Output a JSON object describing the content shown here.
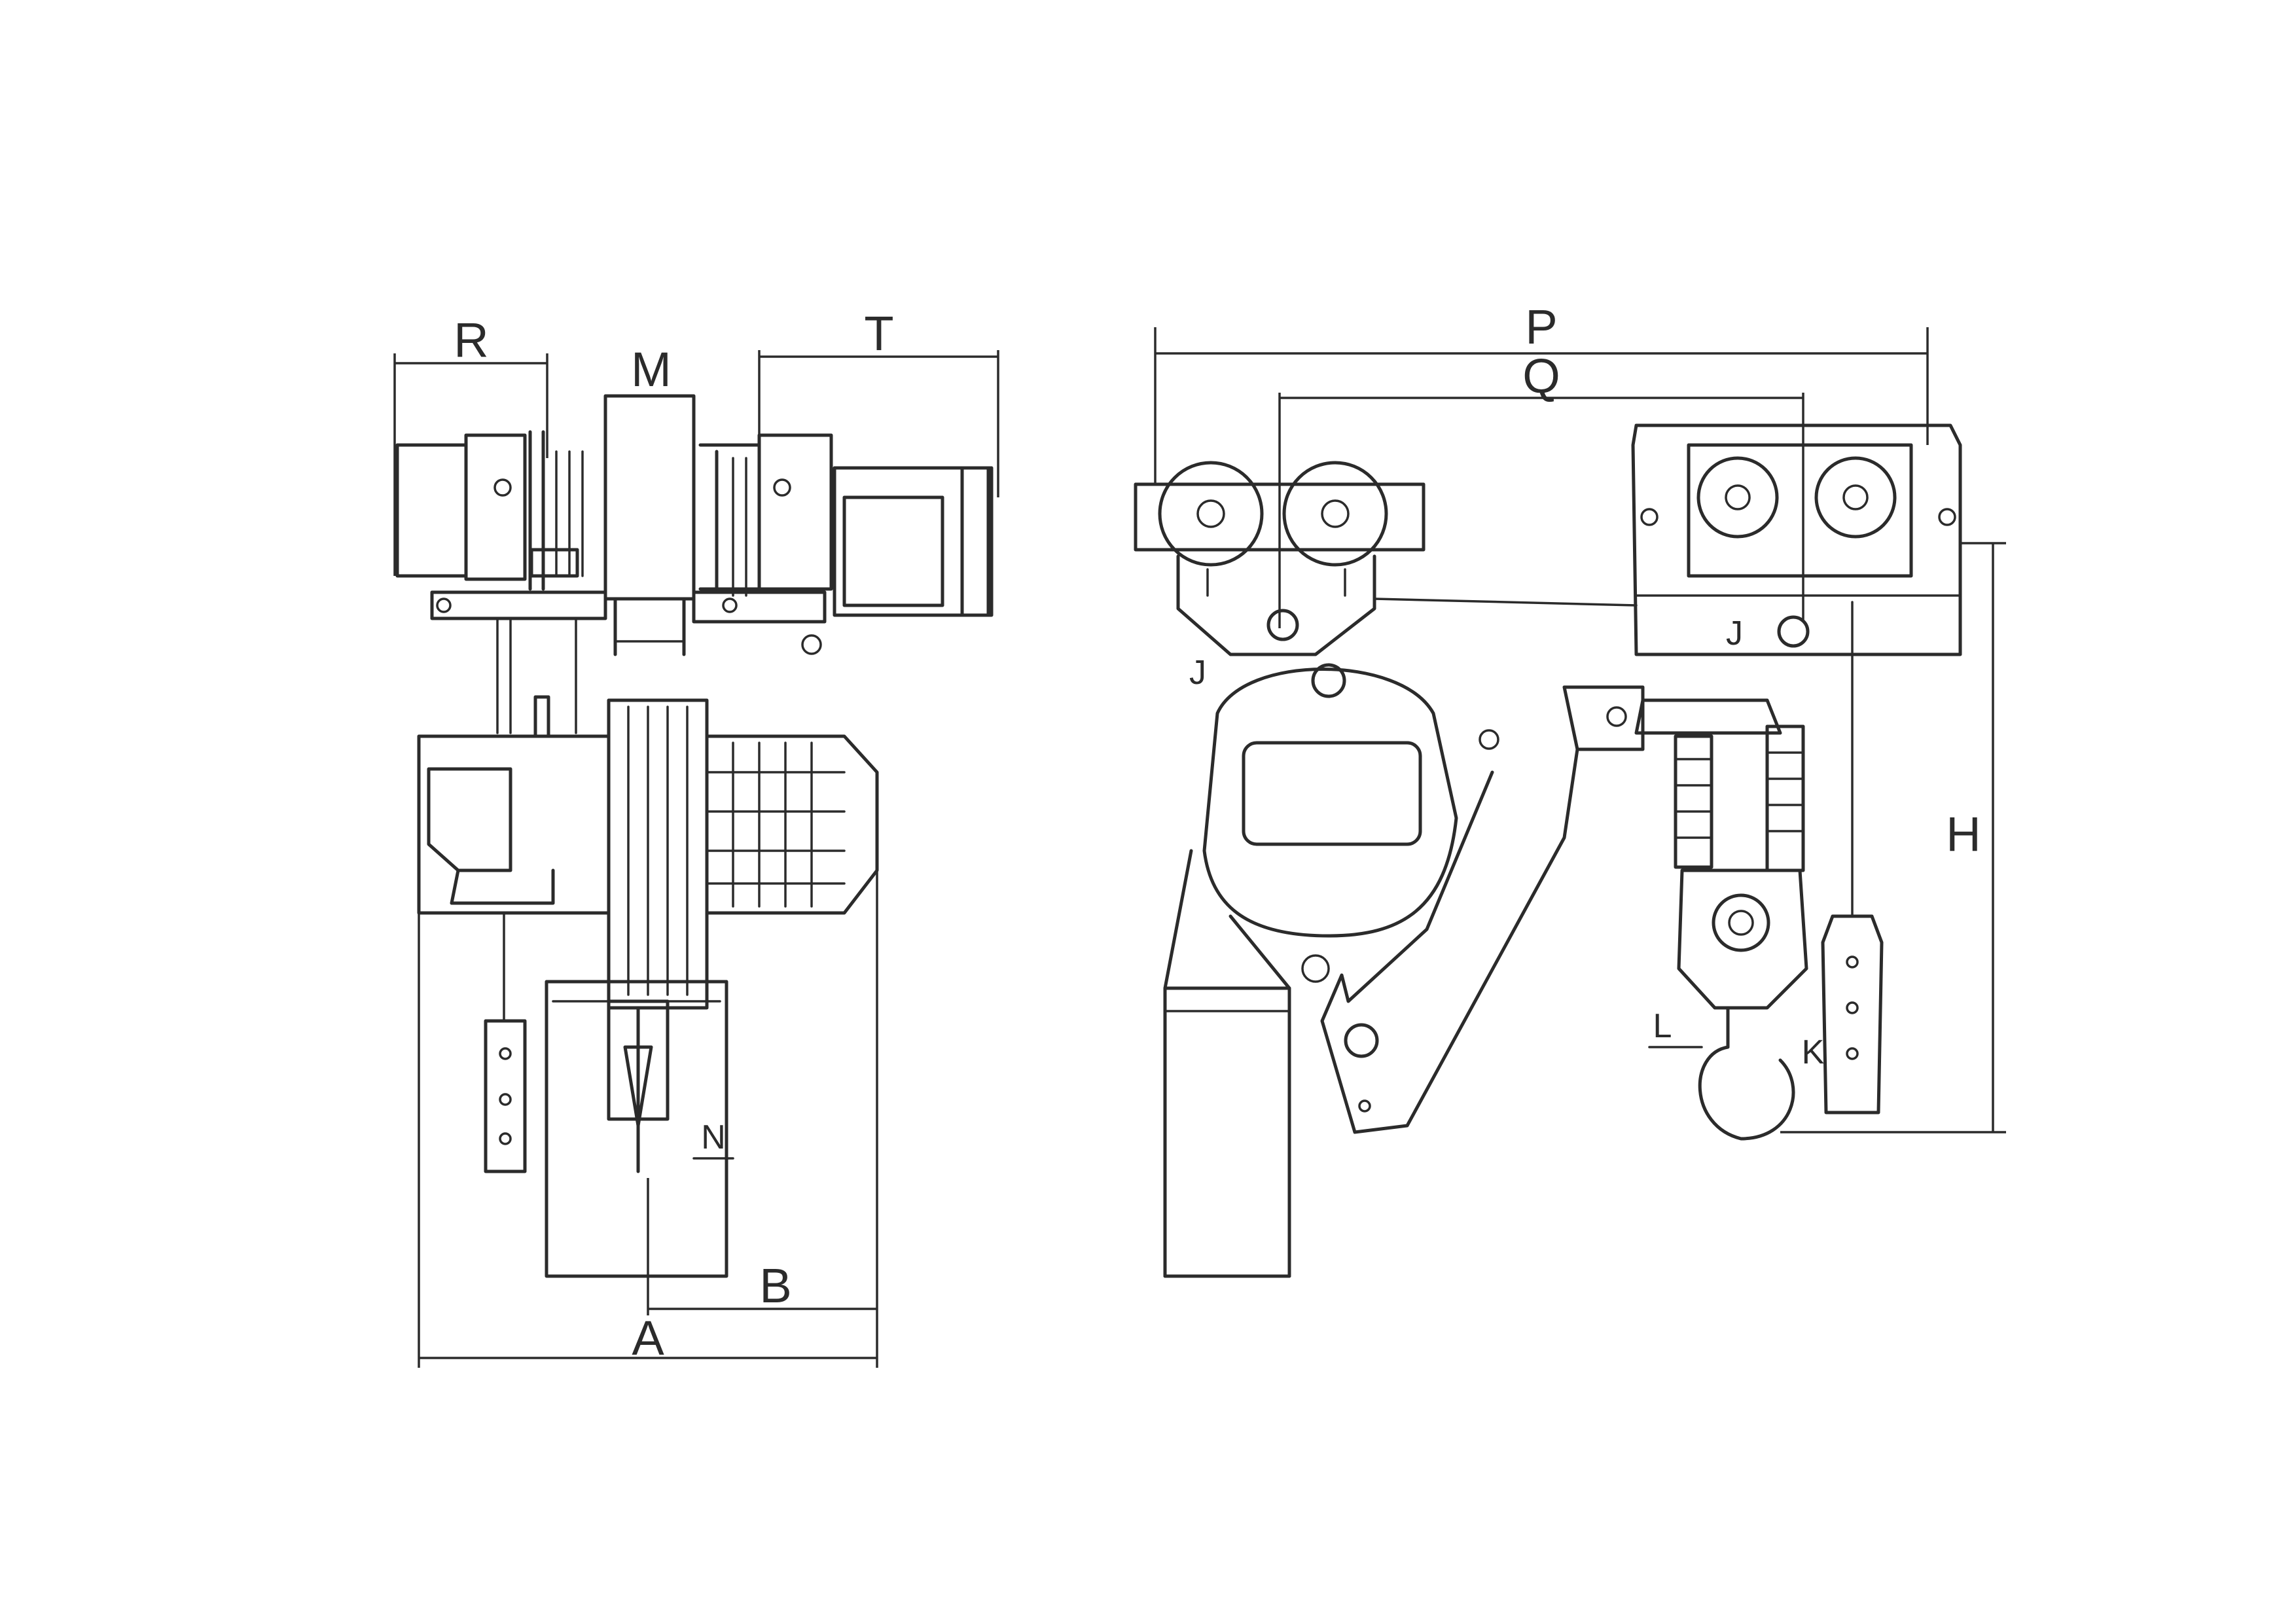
{
  "front_view": {
    "dimension_labels": {
      "R": "R",
      "M": "M",
      "T": "T",
      "A": "A",
      "B": "B",
      "N": "N"
    }
  },
  "side_view": {
    "dimension_labels": {
      "P": "P",
      "Q": "Q",
      "H": "H",
      "J_left": "J",
      "J_right": "J",
      "L": "L",
      "K": "K"
    }
  }
}
